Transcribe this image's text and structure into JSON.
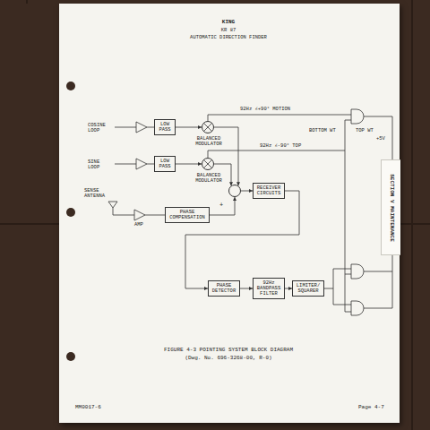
{
  "diagram": {
    "title": "KING",
    "caption": "FIGURE 4-3 POINTING SYSTEM BLOCK DIAGRAM",
    "nodes": [
      {
        "text": [
          "LOW PASS"
        ]
      },
      {
        "text": [
          "BALANCED MODULATOR"
        ]
      },
      {
        "text": [
          "LOW PASS"
        ]
      },
      {
        "text": [
          "BALANCED MODULATOR"
        ]
      },
      {
        "text": [
          "+"
        ]
      },
      {
        "text": [
          "PHASE COMPENSATION"
        ]
      },
      {
        "text": [
          "RECEIVER CIRCUITS"
        ]
      },
      {
        "text": [
          "PHASE DETECTOR"
        ]
      },
      {
        "text": [
          "92Hz BANDPASS FILTER"
        ]
      },
      {
        "text": [
          "LIMITER/ SQUARER"
        ]
      }
    ],
    "edges": [
      {
        "from": 0,
        "to": 1,
        "arrow": "to"
      },
      {
        "from": 2,
        "to": 3,
        "arrow": "to"
      },
      {
        "from": 1,
        "to": 4,
        "arrow": "to"
      },
      {
        "from": 3,
        "to": 4,
        "arrow": "to"
      },
      {
        "from": 5,
        "to": 4,
        "arrow": "to"
      },
      {
        "from": 4,
        "to": 6,
        "arrow": "to"
      },
      {
        "from": 6,
        "to": 7,
        "arrow": "to"
      },
      {
        "from": 7,
        "to": 8,
        "arrow": "to"
      },
      {
        "from": 8,
        "to": 9,
        "arrow": "to"
      }
    ],
    "labels": [
      "KR 87",
      "AUTOMATIC DIRECTION FINDER",
      "COSINE LOOP",
      "SINE LOOP",
      "SENSE ANTENNA",
      "AMP",
      "92Hz ∠+90° MOTION",
      "92Hz ∠-90° TOP",
      "BOTTOM WT",
      "TOP WT",
      "+5V",
      "SECTION V MAINTENANCE",
      "(Dwg. No. 696-3268-00, R-0)",
      "MM0017-6",
      "Page 4-7"
    ]
  }
}
